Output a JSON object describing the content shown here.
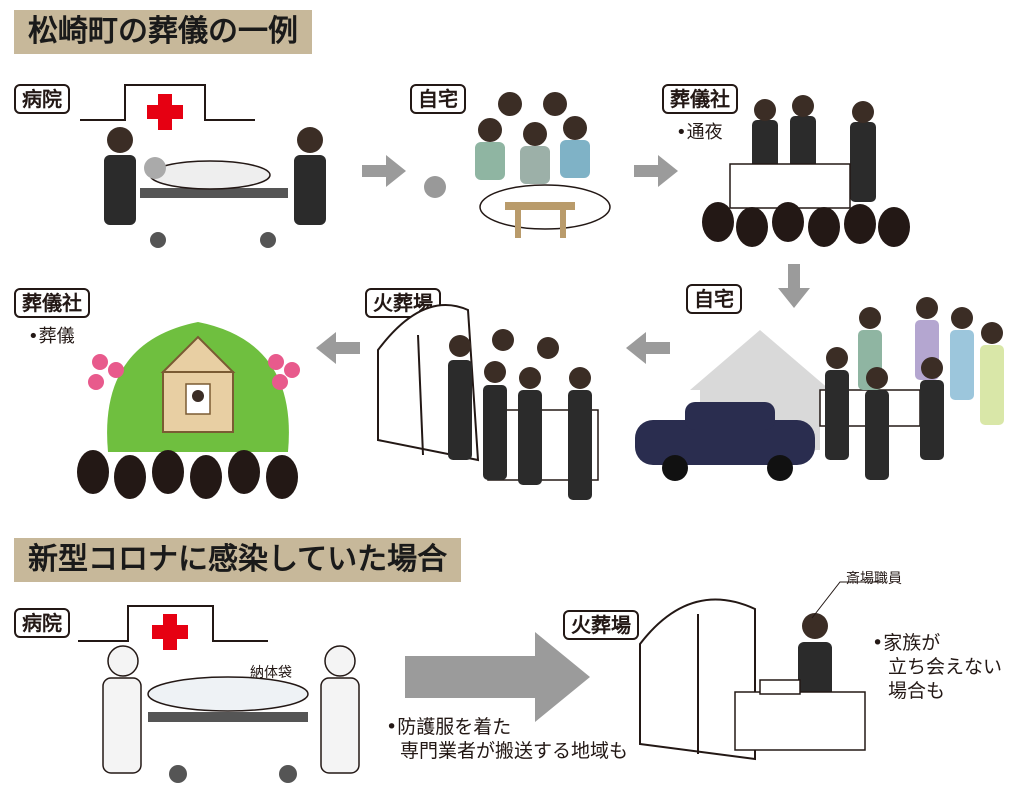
{
  "section1": {
    "title": "松崎町の葬儀の一例",
    "steps": [
      {
        "label": "病院"
      },
      {
        "label": "自宅"
      },
      {
        "label": "葬儀社",
        "note": "•通夜"
      },
      {
        "label": "自宅"
      },
      {
        "label": "火葬場"
      },
      {
        "label": "葬儀社",
        "note": "•葬儀"
      }
    ]
  },
  "section2": {
    "title": "新型コロナに感染していた場合",
    "hospital_label": "病院",
    "bag_label": "納体袋",
    "crematorium_label": "火葬場",
    "staff_label": "斎場職員",
    "note_transport_1": "•防護服を着た",
    "note_transport_2": "専門業者が搬送する地域も",
    "note_family_1": "•家族が",
    "note_family_2": "立ち会えない",
    "note_family_3": "場合も"
  },
  "colors": {
    "title_bg": "#c7b89a",
    "arrow": "#9b9b9b",
    "red_cross": "#e60012",
    "suit": "#2b2b2b",
    "hearse": "#2a2d4f",
    "altar_bg": "#6fbf3f"
  }
}
